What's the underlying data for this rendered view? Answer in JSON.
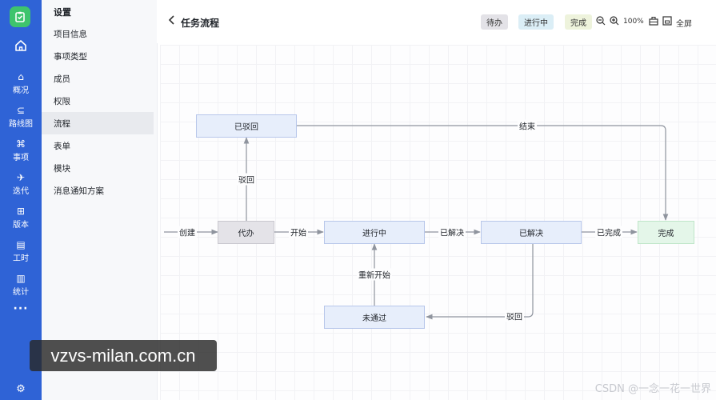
{
  "rail": {
    "items": [
      {
        "label": "概况",
        "icon": "overview-icon"
      },
      {
        "label": "路线图",
        "icon": "roadmap-icon"
      },
      {
        "label": "事项",
        "icon": "issues-icon"
      },
      {
        "label": "迭代",
        "icon": "iteration-icon"
      },
      {
        "label": "版本",
        "icon": "version-icon"
      },
      {
        "label": "工时",
        "icon": "worktime-icon"
      },
      {
        "label": "统计",
        "icon": "statistics-icon"
      }
    ],
    "more": "···"
  },
  "menu": {
    "title": "设置",
    "items": [
      {
        "label": "项目信息"
      },
      {
        "label": "事项类型"
      },
      {
        "label": "成员"
      },
      {
        "label": "权限"
      },
      {
        "label": "流程"
      },
      {
        "label": "表单"
      },
      {
        "label": "模块"
      },
      {
        "label": "消息通知方案"
      }
    ],
    "active_index": 4
  },
  "header": {
    "title": "任务流程",
    "legend": [
      {
        "label": "待办",
        "color": "#e3e2e7"
      },
      {
        "label": "进行中",
        "color": "#dbeef6"
      },
      {
        "label": "完成",
        "color": "#eef3dc"
      }
    ],
    "zoom": "100%",
    "fullscreen": "全屏"
  },
  "flow": {
    "nodes": {
      "rejected": "已驳回",
      "todo": "代办",
      "in_progress": "进行中",
      "resolved": "已解决",
      "done": "完成",
      "not_passed": "未通过"
    },
    "edges": {
      "create": "创建",
      "start": "开始",
      "mark_resolved": "已解决",
      "mark_done": "已完成",
      "reject_to_rejected": "驳回",
      "finish": "结束",
      "restart": "重新开始",
      "reject_from_resolved": "驳回"
    }
  },
  "watermark": "vzvs-milan.com.cn",
  "credit": "CSDN @一念一花一世界"
}
